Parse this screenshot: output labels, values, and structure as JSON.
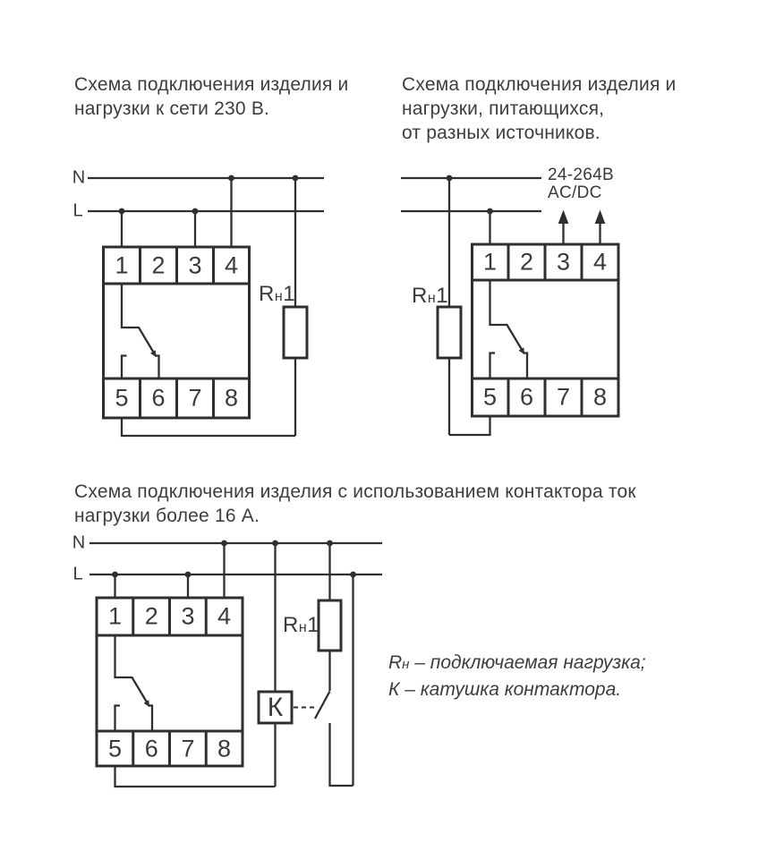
{
  "colors": {
    "ink": "#2f2f2f",
    "text": "#3a3a3a",
    "background": "#ffffff"
  },
  "diagram_230v": {
    "title": "Схема подключения изделия и\nнагрузки к сети 230 В.",
    "neutral_label": "N",
    "line_label": "L",
    "terminals_top": [
      "1",
      "2",
      "3",
      "4"
    ],
    "terminals_bottom": [
      "5",
      "6",
      "7",
      "8"
    ],
    "load": {
      "r": "R",
      "sub": "н",
      "index": "1"
    }
  },
  "diagram_dual_supply": {
    "title": "Схема подключения изделия и\nнагрузки, питающихся,\nот разных источников.",
    "supply_voltage": "24-264В",
    "supply_type": "AC/DC",
    "terminals_top": [
      "1",
      "2",
      "3",
      "4"
    ],
    "terminals_bottom": [
      "5",
      "6",
      "7",
      "8"
    ],
    "load": {
      "r": "R",
      "sub": "н",
      "index": "1"
    }
  },
  "diagram_contactor": {
    "title": "Схема подключения изделия с использованием контактора ток\nнагрузки более 16 А.",
    "neutral_label": "N",
    "line_label": "L",
    "terminals_top": [
      "1",
      "2",
      "3",
      "4"
    ],
    "terminals_bottom": [
      "5",
      "6",
      "7",
      "8"
    ],
    "load": {
      "r": "R",
      "sub": "н",
      "index": "1"
    },
    "coil_label": "К"
  },
  "legend": {
    "load_symbol": {
      "r": "R",
      "sub": "н"
    },
    "line1_text": " – подключаемая нагрузка;",
    "line2_text": "К – катушка контактора."
  }
}
